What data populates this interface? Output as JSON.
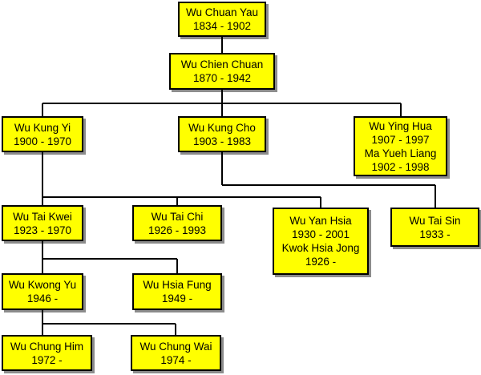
{
  "colors": {
    "box_fill": "#ffff00",
    "border": "#000000",
    "background": "#ffffff"
  },
  "people": {
    "wu_chuan_yau": {
      "lines": [
        "Wu Chuan Yau",
        "1834 - 1902"
      ]
    },
    "wu_chien_chuan": {
      "lines": [
        "Wu Chien Chuan",
        "1870 - 1942"
      ]
    },
    "wu_kung_yi": {
      "lines": [
        "Wu Kung Yi",
        "1900 - 1970"
      ]
    },
    "wu_kung_cho": {
      "lines": [
        "Wu Kung Cho",
        "1903 - 1983"
      ]
    },
    "wu_ying_hua": {
      "lines": [
        "Wu Ying Hua",
        "1907 - 1997",
        "Ma Yueh Liang",
        "1902 - 1998"
      ]
    },
    "wu_tai_kwei": {
      "lines": [
        "Wu Tai Kwei",
        "1923 - 1970"
      ]
    },
    "wu_tai_chi": {
      "lines": [
        "Wu Tai Chi",
        "1926 - 1993"
      ]
    },
    "wu_yan_hsia": {
      "lines": [
        "Wu Yan Hsia",
        "1930 - 2001",
        "Kwok Hsia Jong",
        "1926 -"
      ]
    },
    "wu_tai_sin": {
      "lines": [
        "Wu Tai Sin",
        "1933 -"
      ]
    },
    "wu_kwong_yu": {
      "lines": [
        "Wu Kwong Yu",
        "1946 -"
      ]
    },
    "wu_hsia_fung": {
      "lines": [
        "Wu Hsia Fung",
        "1949 -"
      ]
    },
    "wu_chung_him": {
      "lines": [
        "Wu Chung Him",
        "1972 -"
      ]
    },
    "wu_chung_wai": {
      "lines": [
        "Wu Chung Wai",
        "1974 -"
      ]
    }
  }
}
